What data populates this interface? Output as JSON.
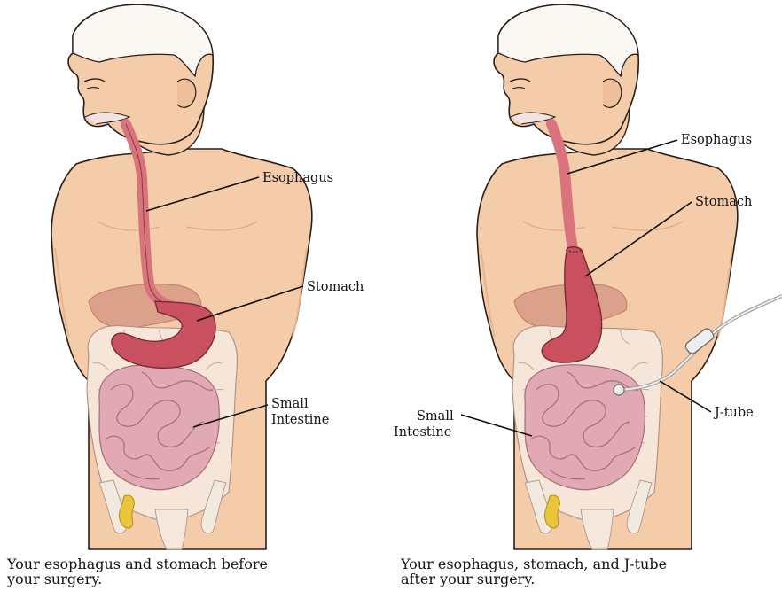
{
  "colors": {
    "skin": "#f5ccaa",
    "skin_shadow": "#e8b48f",
    "outline": "#2a1e18",
    "esophagus": "#d9747c",
    "stomach": "#c9505e",
    "intestine": "#e0a9b3",
    "intestine_dark": "#b9707e",
    "liver": "#d79a86",
    "colon": "#f6e6d9",
    "bladder": "#e8c53a",
    "tube": "#eeeeee",
    "leader": "#111111"
  },
  "before": {
    "labels": {
      "esophagus": "Esophagus",
      "stomach": "Stomach",
      "small_intestine": [
        "Small",
        "Intestine"
      ]
    },
    "caption": [
      "Your esophagus and stomach before",
      "your surgery."
    ]
  },
  "after": {
    "labels": {
      "esophagus": "Esophagus",
      "stomach": "Stomach",
      "small_intestine": [
        "Small",
        "Intestine"
      ],
      "j_tube": "J-tube"
    },
    "caption": [
      "Your esophagus, stomach, and J-tube",
      "after your surgery."
    ]
  }
}
